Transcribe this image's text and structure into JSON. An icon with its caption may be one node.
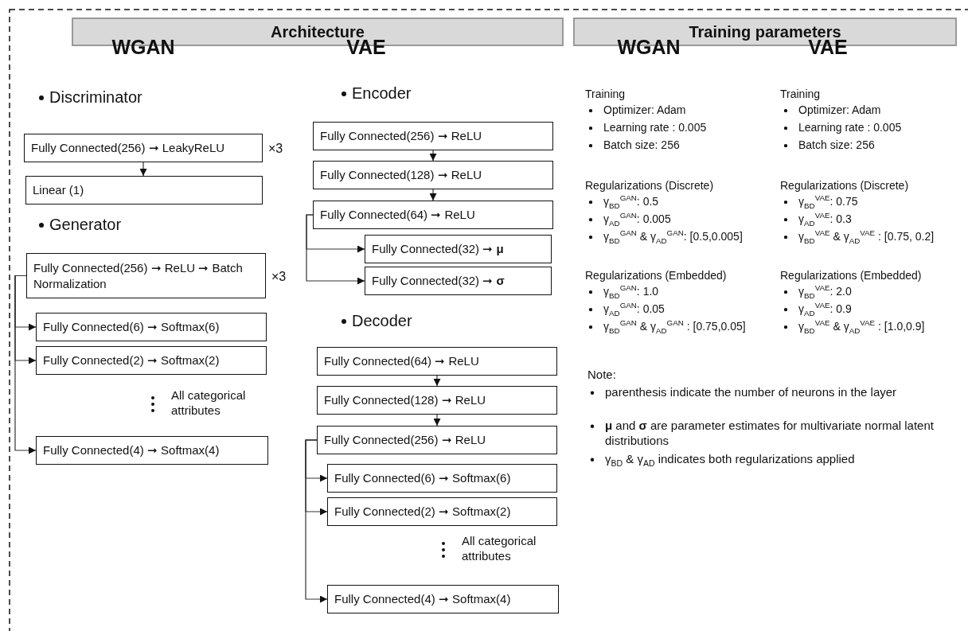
{
  "diagram": {
    "nodes": [
      {
        "text": [
          "Architecture"
        ]
      },
      {
        "text": [
          "Training parameters"
        ]
      },
      {
        "text": [
          "Fully Connected(256) ➞ LeakyReLU"
        ],
        "beside": [
          "×3"
        ]
      },
      {
        "text": [
          "Linear (1)"
        ]
      },
      {
        "text": [
          "Fully Connected(256) ➞ ReLU ➞ Batch Normalization"
        ],
        "beside": [
          "×3"
        ]
      },
      {
        "text": [
          "Fully Connected(6) ➞ Softmax(6)"
        ]
      },
      {
        "text": [
          "Fully Connected(2) ➞ Softmax(2)"
        ]
      },
      {
        "text": [
          "Fully Connected(4) ➞ Softmax(4)"
        ]
      },
      {
        "text": [
          "Fully Connected(256) ➞ ReLU"
        ]
      },
      {
        "text": [
          "Fully Connected(128) ➞ ReLU"
        ]
      },
      {
        "text": [
          "Fully Connected(64) ➞ ReLU"
        ]
      },
      {
        "text": [
          "Fully Connected(32) ➞ **μ**"
        ]
      },
      {
        "text": [
          "Fully Connected(32) ➞ **σ**"
        ]
      },
      {
        "text": [
          "Fully Connected(64) ➞ ReLU"
        ]
      },
      {
        "text": [
          "Fully Connected(128) ➞ ReLU"
        ]
      },
      {
        "text": [
          "Fully Connected(256) ➞ ReLU"
        ]
      },
      {
        "text": [
          "Fully Connected(6) ➞ Softmax(6)"
        ]
      },
      {
        "text": [
          "Fully Connected(2) ➞ Softmax(2)"
        ]
      },
      {
        "text": [
          "Fully Connected(4) ➞ Softmax(4)"
        ]
      }
    ],
    "edges": [
      {
        "from": 2,
        "to": 3,
        "arrow": "to"
      },
      {
        "from": 4,
        "to": 5,
        "arrow": "to"
      },
      {
        "from": 4,
        "to": 6,
        "arrow": "to"
      },
      {
        "from": 4,
        "to": 7,
        "arrow": "to"
      },
      {
        "from": 8,
        "to": 9,
        "arrow": "to"
      },
      {
        "from": 9,
        "to": 10,
        "arrow": "to"
      },
      {
        "from": 10,
        "to": 11,
        "arrow": "to"
      },
      {
        "from": 10,
        "to": 12,
        "arrow": "to"
      },
      {
        "from": 13,
        "to": 14,
        "arrow": "to"
      },
      {
        "from": 14,
        "to": 15,
        "arrow": "to"
      },
      {
        "from": 15,
        "to": 16,
        "arrow": "to"
      },
      {
        "from": 15,
        "to": 17,
        "arrow": "to"
      },
      {
        "from": 15,
        "to": 18,
        "arrow": "to"
      }
    ],
    "labels": [
      "WGAN",
      "Discriminator",
      "Generator",
      "All categorical attributes",
      "VAE",
      "Encoder",
      "Decoder",
      "All categorical attributes",
      "WGAN",
      "VAE",
      "Training",
      "Optimizer: Adam",
      "Learning rate : 0.005",
      "Batch size: 256",
      "Regularizations (Discrete)",
      "γ$_{BD}$$^{GAN}$: 0.5",
      "γ$_{AD}$$^{GAN}$: 0.005",
      "γ$_{BD}$$^{GAN}$ & γ$_{AD}$$^{GAN}$: [0.5,0.005]",
      "Regularizations (Embedded)",
      "γ$_{BD}$$^{GAN}$: 1.0",
      "γ$_{AD}$$^{GAN}$: 0.05",
      "γ$_{BD}$$^{GAN}$ & γ$_{AD}$$^{GAN}$ : [0.75,0.05]",
      "Training",
      "Optimizer: Adam",
      "Learning rate : 0.005",
      "Batch size: 256",
      "Regularizations (Discrete)",
      "γ$_{BD}$$^{VAE}$: 0.75",
      "γ$_{AD}$$^{VAE}$: 0.3",
      "γ$_{BD}$$^{VAE}$ & γ$_{AD}$$^{VAE}$ : [0.75, 0.2]",
      "Regularizations (Embedded)",
      "γ$_{BD}$$^{VAE}$: 2.0",
      "γ$_{AD}$$^{VAE}$: 0.9",
      "γ$_{BD}$$^{VAE}$ & γ$_{AD}$$^{VAE}$ : [1.0,0.9]",
      "Note:",
      "parenthesis indicate the number of neurons in the layer",
      "**μ** and **σ** are parameter estimates for multivariate normal latent distributions",
      "γ$_{BD}$ & γ$_{AD}$ indicates both regularizations applied"
    ]
  }
}
